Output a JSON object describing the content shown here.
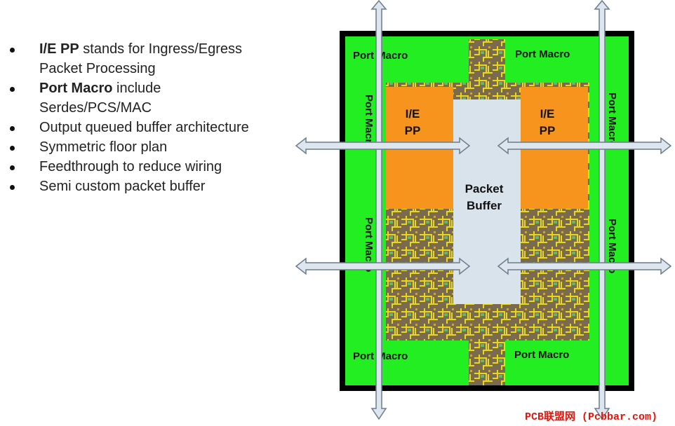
{
  "bullets": [
    {
      "bold": "I/E PP",
      "text": " stands for Ingress/Egress",
      "continuation": "Packet Processing"
    },
    {
      "bold": "Port Macro",
      "text": " include",
      "continuation": "Serdes/PCS/MAC"
    },
    {
      "bold": "",
      "text": "Output queued buffer architecture",
      "continuation": ""
    },
    {
      "bold": "",
      "text": "Symmetric floor plan",
      "continuation": ""
    },
    {
      "bold": "",
      "text": "Feedthrough to reduce wiring",
      "continuation": ""
    },
    {
      "bold": "",
      "text": "Semi custom packet buffer",
      "continuation": ""
    }
  ],
  "diagram": {
    "port_macro_label": "Port Macro",
    "iepp_line1": "I/E",
    "iepp_line2": "PP",
    "packet_buffer_line1": "Packet",
    "packet_buffer_line2": "Buffer"
  },
  "watermark": "PCB联盟网 (Pcbbar.com)",
  "colors": {
    "port_macro": "#22ee22",
    "iepp": "#f7941d",
    "packet_buffer": "#d9e3ec",
    "chip_border": "#000000",
    "logic_fill": "#7a6a50",
    "logic_wire": "#e8d818",
    "arrow_fill": "#dde6ef",
    "arrow_stroke": "#6d7c8c",
    "watermark": "#e8140c"
  }
}
